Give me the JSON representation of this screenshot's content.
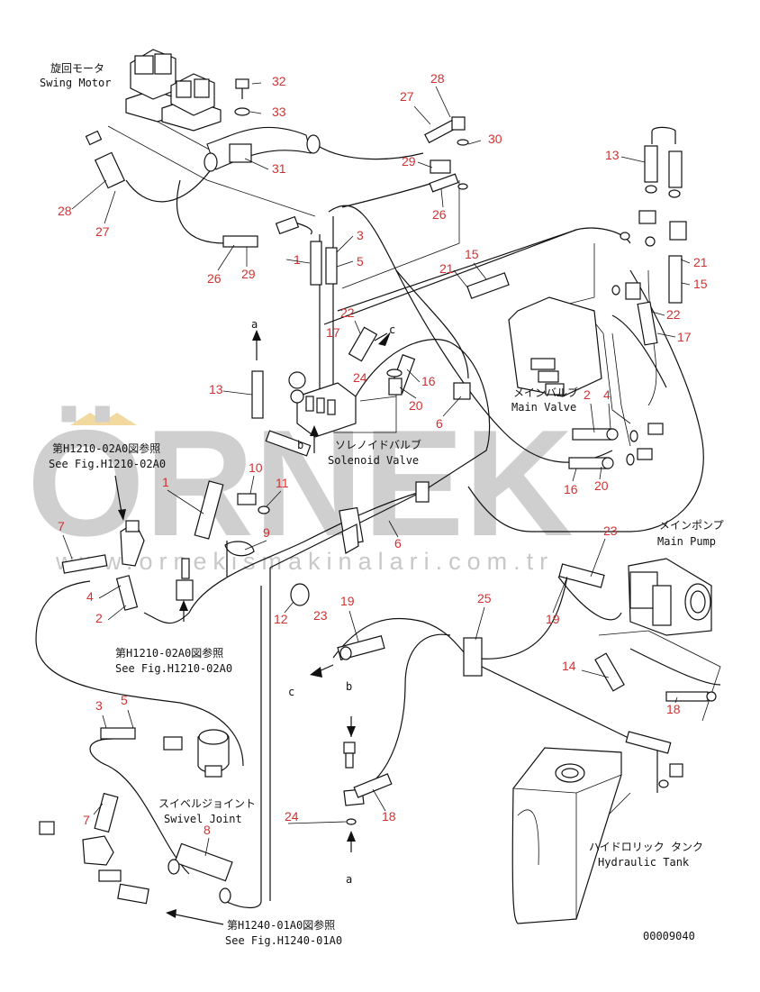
{
  "watermark": {
    "brand": "ÖRNEK",
    "url": "www.ornekismakinalari.com.tr"
  },
  "labels": {
    "swing_motor_jp": "旋回モータ",
    "swing_motor_en": "Swing Motor",
    "main_valve_jp": "メインバルブ",
    "main_valve_en": "Main Valve",
    "solenoid_valve_jp": "ソレノイドバルブ",
    "solenoid_valve_en": "Solenoid Valve",
    "main_pump_jp": "メインポンプ",
    "main_pump_en": "Main Pump",
    "swivel_joint_jp": "スイベルジョイント",
    "swivel_joint_en": "Swivel Joint",
    "hydraulic_tank_jp": "ハイドロリック タンク",
    "hydraulic_tank_en": "Hydraulic Tank",
    "ref1_jp": "第H1210-02A0図参照",
    "ref1_en": "See Fig.H1210-02A0",
    "ref2_jp": "第H1210-02A0図参照",
    "ref2_en": "See Fig.H1210-02A0",
    "ref3_jp": "第H1240-01A0図参照",
    "ref3_en": "See Fig.H1240-01A0",
    "drawing_number": "00009040"
  },
  "connectors": {
    "a_top": "a",
    "a_bottom": "a",
    "b_top": "b",
    "b_mid": "b",
    "c_top": "c",
    "c_mid": "c"
  },
  "part_numbers": {
    "p32": "32",
    "p33": "33",
    "p31": "31",
    "p28a": "28",
    "p27a": "27",
    "p30": "30",
    "p29a": "29",
    "p26a": "26",
    "p28b": "28",
    "p27b": "27",
    "p26b": "26",
    "p29b": "29",
    "p1a": "1",
    "p3a": "3",
    "p5a": "5",
    "p21a": "21",
    "p15a": "15",
    "p13a": "13",
    "p21b": "21",
    "p15b": "15",
    "p22a": "22",
    "p17a": "17",
    "p22b": "22",
    "p17b": "17",
    "p24a": "24",
    "p16a": "16",
    "p20a": "20",
    "p13b": "13",
    "p6a": "6",
    "p2a": "2",
    "p4a": "4",
    "p16b": "16",
    "p20b": "20",
    "p1b": "1",
    "p10": "10",
    "p11": "11",
    "p9": "9",
    "p6b": "6",
    "p23a": "23",
    "p7a": "7",
    "p4b": "4",
    "p2b": "2",
    "p12": "12",
    "p23b": "23",
    "p19a": "19",
    "p25": "25",
    "p19b": "19",
    "p14": "14",
    "p18a": "18",
    "p3b": "3",
    "p5b": "5",
    "p7b": "7",
    "p8": "8",
    "p24b": "24",
    "p18b": "18"
  }
}
